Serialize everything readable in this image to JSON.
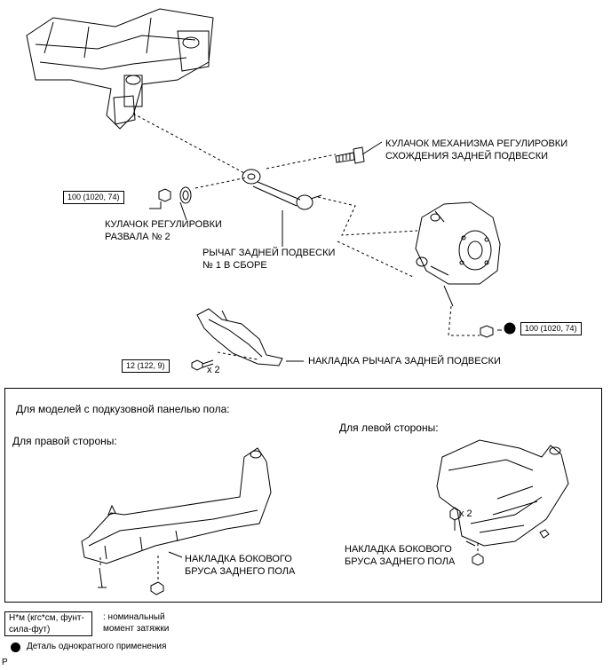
{
  "top": {
    "toe_cam_label": "КУЛАЧОК МЕХАНИЗМА РЕГУЛИРОВКИ\nСХОЖДЕНИЯ ЗАДНЕЙ ПОДВЕСКИ",
    "camber_cam_label": "КУЛАЧОК РЕГУЛИРОВКИ\nРАЗВАЛА № 2",
    "arm_label": "РЫЧАГ ЗАДНЕЙ ПОДВЕСКИ\n№ 1 В СБОРЕ",
    "arm_cover_label": "НАКЛАДКА РЫЧАГА ЗАДНЕЙ ПОДВЕСКИ",
    "torque_left": "100 (1020, 74)",
    "torque_right": "100 (1020, 74)",
    "torque_bolt": "12 (122, 9)",
    "bolt_qty": "x 2"
  },
  "panel": {
    "heading": "Для моделей с подкузовной панелью пола:",
    "right_side": "Для правой стороны:",
    "left_side": "Для левой стороны:",
    "right_label": "НАКЛАДКА БОКОВОГО\nБРУСА ЗАДНЕГО ПОЛА",
    "left_label": "НАКЛАДКА БОКОВОГО\nБРУСА ЗАДНЕГО ПОЛА",
    "left_qty": "x 2"
  },
  "legend": {
    "unit_box": "Н*м (кгс*см, фунт-\nсила-фут)",
    "unit_desc": ": номинальный\nмомент затяжки",
    "dot_desc": "Деталь однократного применения",
    "code": "P"
  }
}
